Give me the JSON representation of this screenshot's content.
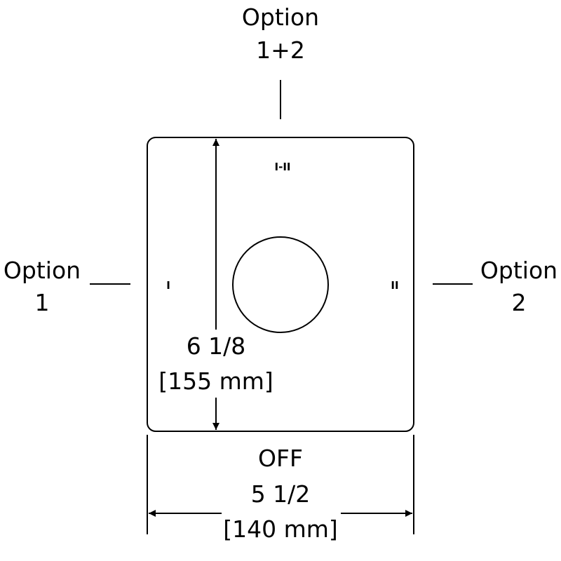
{
  "options": {
    "top": {
      "line1": "Option",
      "line2": "1+2"
    },
    "left": {
      "line1": "Option",
      "line2": "1"
    },
    "right": {
      "line1": "Option",
      "line2": "2"
    }
  },
  "plate": {
    "markings": {
      "top": "I-II",
      "left": "I",
      "right": "II"
    },
    "bottom_label": "OFF"
  },
  "dimensions": {
    "height": {
      "imperial": "6 1/8",
      "metric": "[155 mm]"
    },
    "width": {
      "imperial": "5 1/2",
      "metric": "[140 mm]"
    }
  },
  "colors": {
    "line": "#000000",
    "background": "#ffffff"
  }
}
